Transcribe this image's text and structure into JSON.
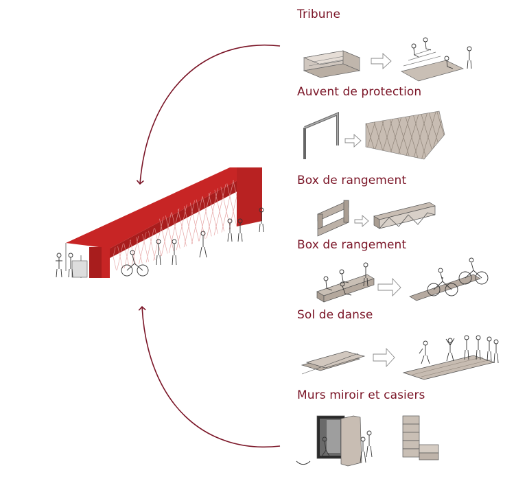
{
  "features": [
    {
      "label": "Tribune"
    },
    {
      "label": "Auvent de protection"
    },
    {
      "label": "Box de rangement"
    },
    {
      "label": "Box de rangement"
    },
    {
      "label": "Sol de danse"
    },
    {
      "label": "Murs miroir et casiers"
    }
  ],
  "colors": {
    "accent": "#7a1426",
    "structure": "#d42a2a",
    "sketch": "#555555",
    "wood": "#b0a49a"
  }
}
